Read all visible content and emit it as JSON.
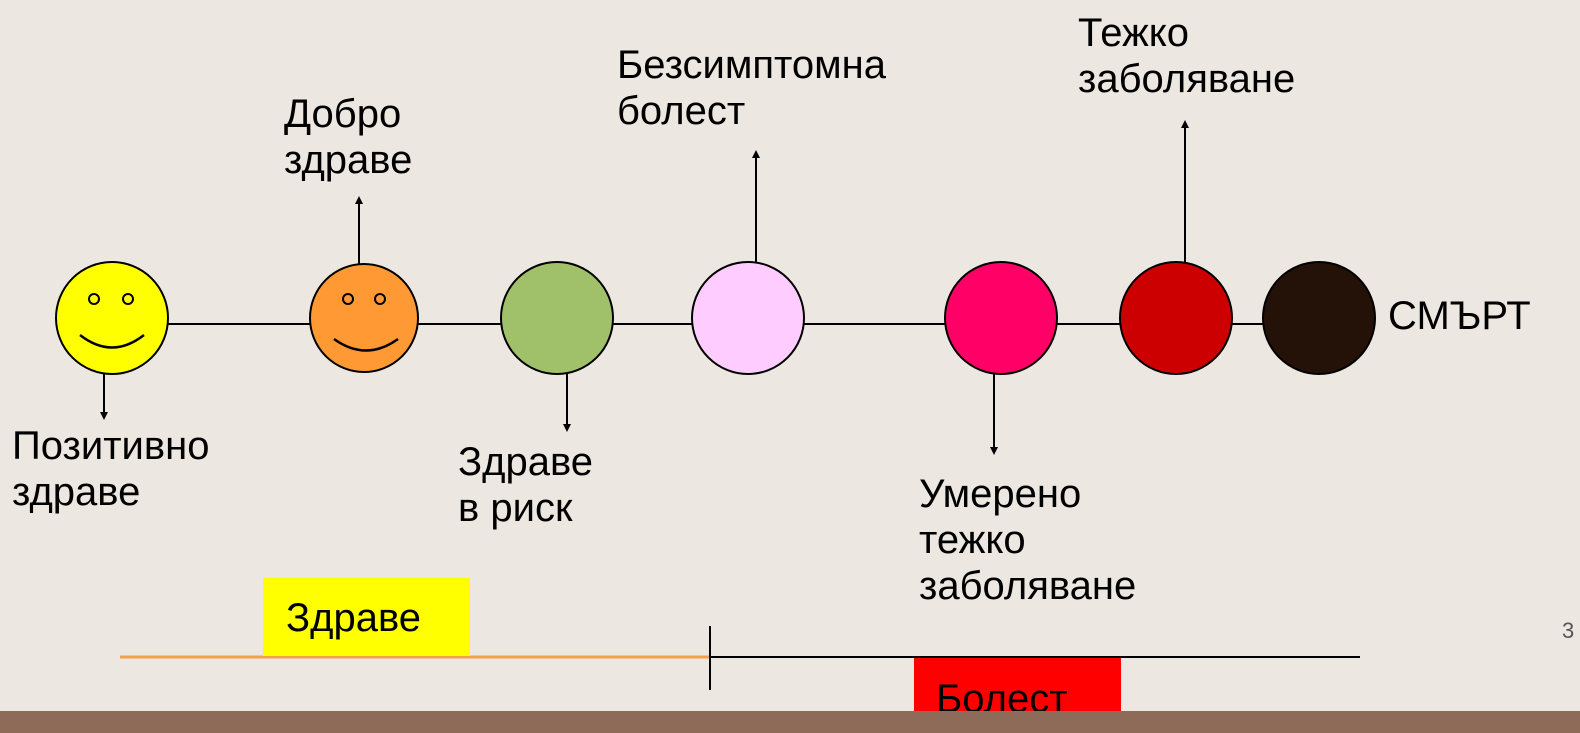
{
  "nodes": [
    {
      "id": "positive_health",
      "color": "#ffff00",
      "face": true
    },
    {
      "id": "good_health",
      "color": "#ff9933",
      "face": true
    },
    {
      "id": "health_at_risk",
      "color": "#a0c06a",
      "face": false
    },
    {
      "id": "asymptomatic",
      "color": "#ffccff",
      "face": false
    },
    {
      "id": "moderate",
      "color": "#ff0066",
      "face": false
    },
    {
      "id": "severe",
      "color": "#cc0000",
      "face": false
    },
    {
      "id": "death",
      "color": "#241208",
      "face": false
    }
  ],
  "labels": {
    "positive_health": [
      "Позитивно",
      "здраве"
    ],
    "good_health": [
      "Добро",
      "здраве"
    ],
    "health_at_risk": [
      "Здраве",
      "в риск"
    ],
    "asymptomatic": [
      "Безсимптомна",
      "болест"
    ],
    "moderate": [
      "Умерено",
      "тежко",
      "заболяване"
    ],
    "severe": [
      "Тежко",
      "заболяване"
    ],
    "death": "СМЪРТ"
  },
  "scale": {
    "health_label": "Здраве",
    "disease_label": "Болест",
    "health_color": "#f4a04a",
    "disease_color": "#000000"
  },
  "page_number": "3",
  "colors": {
    "background": "#ede7e1",
    "footer": "#8d6b58"
  }
}
